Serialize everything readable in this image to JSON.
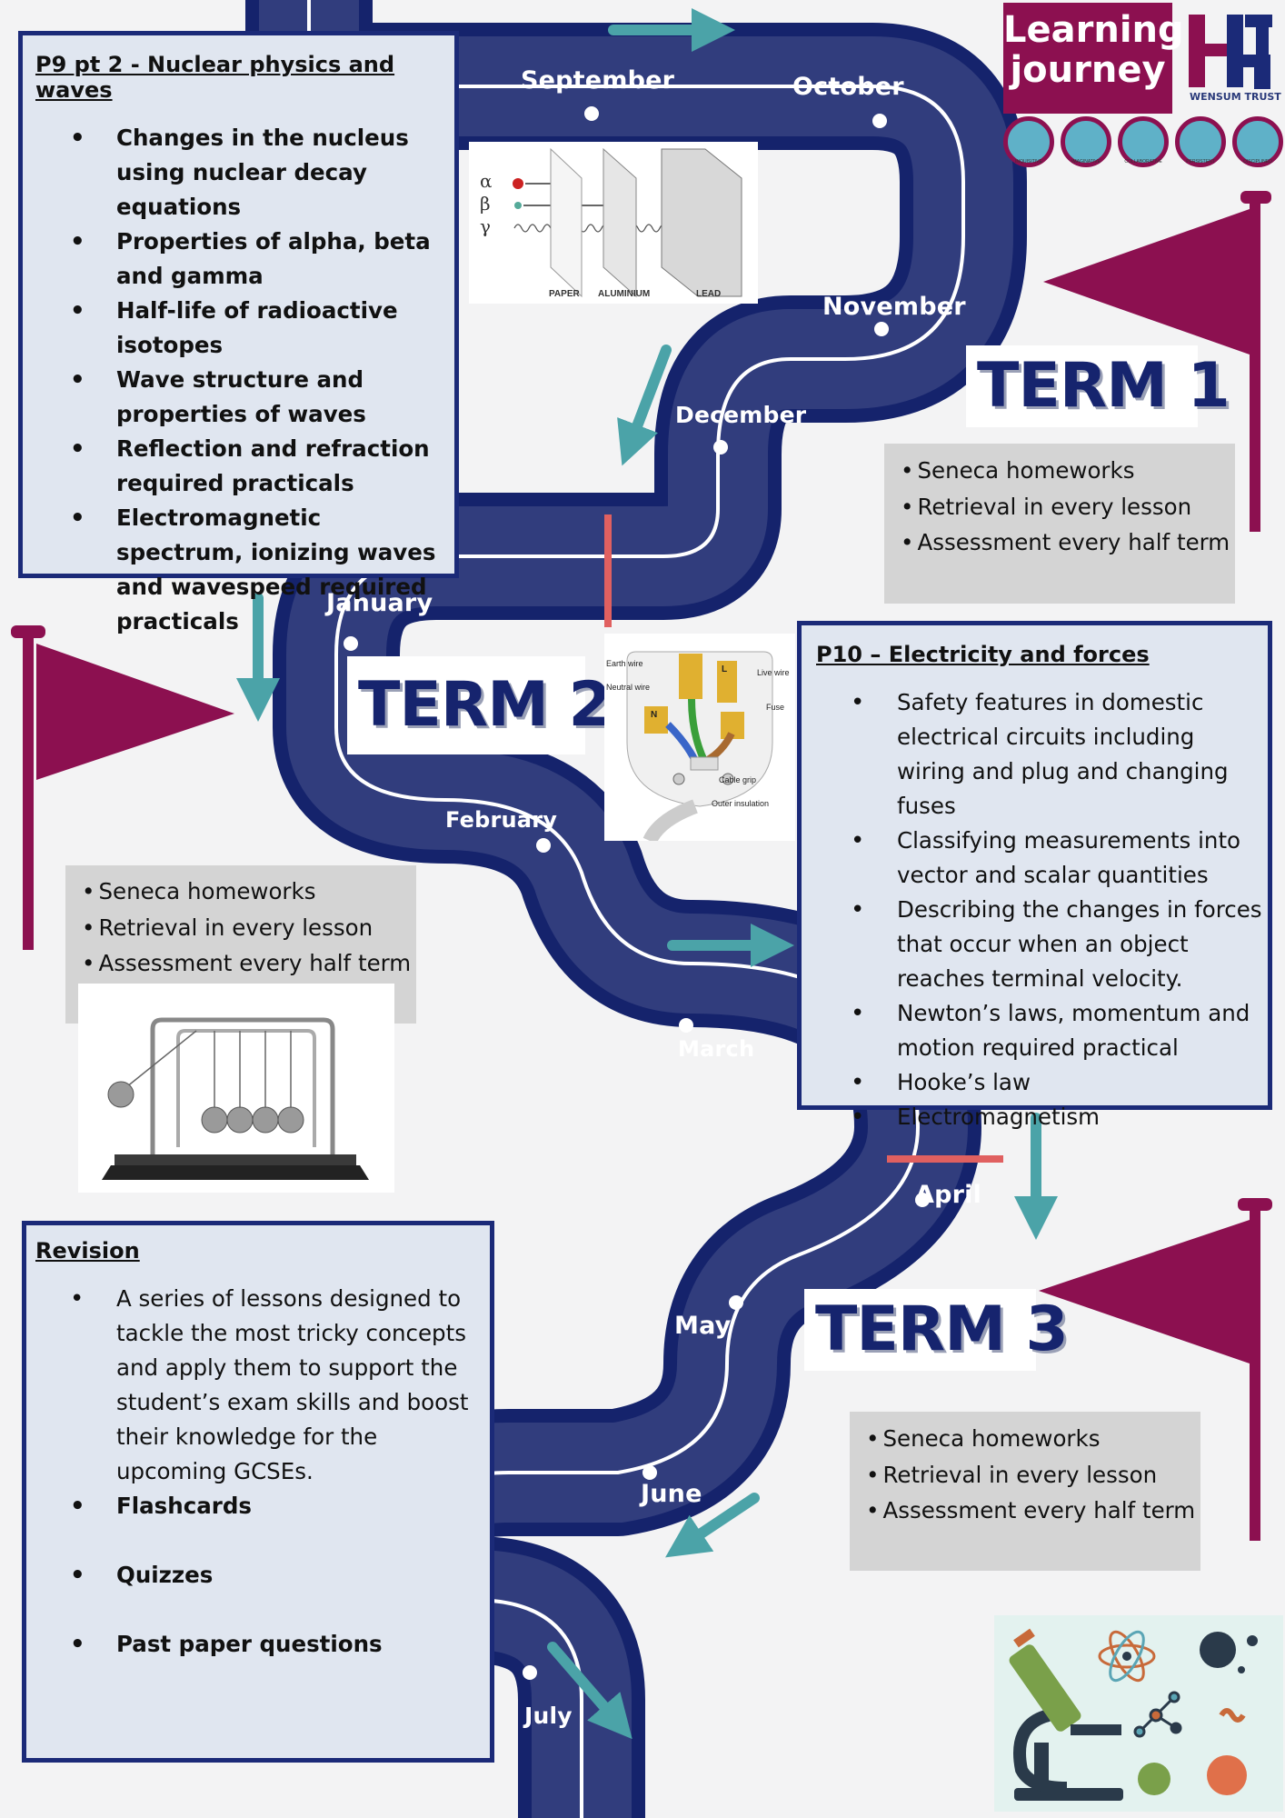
{
  "header": {
    "title_line1": "Learning",
    "title_line2": "journey",
    "trust_name": "WENSUM TRUST",
    "badges": [
      "INQUISITIVE",
      "IMAGINATIVE",
      "COLLABORATIVE",
      "PERSISTENT",
      "DISCIPLINED"
    ]
  },
  "months": [
    "September",
    "October",
    "November",
    "December",
    "January",
    "February",
    "March",
    "April",
    "May",
    "June",
    "July"
  ],
  "terms": [
    "TERM 1",
    "TERM 2",
    "TERM 3"
  ],
  "homework_items": [
    "Seneca homeworks",
    "Retrieval in every lesson",
    "Assessment every half term"
  ],
  "p9": {
    "title": "P9 pt 2 - Nuclear physics and waves",
    "items": [
      "Changes in the nucleus using nuclear decay equations",
      "Properties of alpha, beta and gamma",
      "Half-life of radioactive isotopes",
      "Wave structure and properties of waves",
      "Reflection and refraction required practicals",
      "Electromagnetic spectrum, ionizing waves and wavespeed required practicals"
    ]
  },
  "p10": {
    "title": "P10 – Electricity and forces",
    "items": [
      "Safety features in domestic electrical circuits including wiring and plug and changing fuses",
      "Classifying measurements into vector and scalar quantities",
      "Describing the changes in forces that occur when an object reaches terminal velocity.",
      "Newton’s laws, momentum and motion required practical",
      "Hooke’s law",
      "Electromagnetism"
    ]
  },
  "revision": {
    "title": "Revision",
    "items": [
      "A series of lessons designed to tackle the most tricky concepts and apply them to support the student’s exam skills and boost their knowledge for the upcoming GCSEs.",
      "Flashcards",
      "Quizzes",
      "Past paper questions"
    ]
  },
  "radiation_diagram": {
    "symbols": [
      "α",
      "β",
      "γ"
    ],
    "labels": [
      "PAPER",
      "ALUMINIUM",
      "LEAD"
    ]
  },
  "plug_diagram": {
    "labels": [
      "Earth wire",
      "Neutral wire",
      "Live wire",
      "Fuse",
      "Cable grip",
      "Outer insulation",
      "N",
      "L"
    ]
  },
  "colors": {
    "road": "#15236c",
    "road_line": "#ffffff",
    "panel_border": "#1b2a78",
    "panel_fill": "#e0e6f0",
    "flag": "#8c1050",
    "arrow": "#4ba3a8",
    "term_divider": "#e06060",
    "homework_fill": "#d4d4d4"
  }
}
